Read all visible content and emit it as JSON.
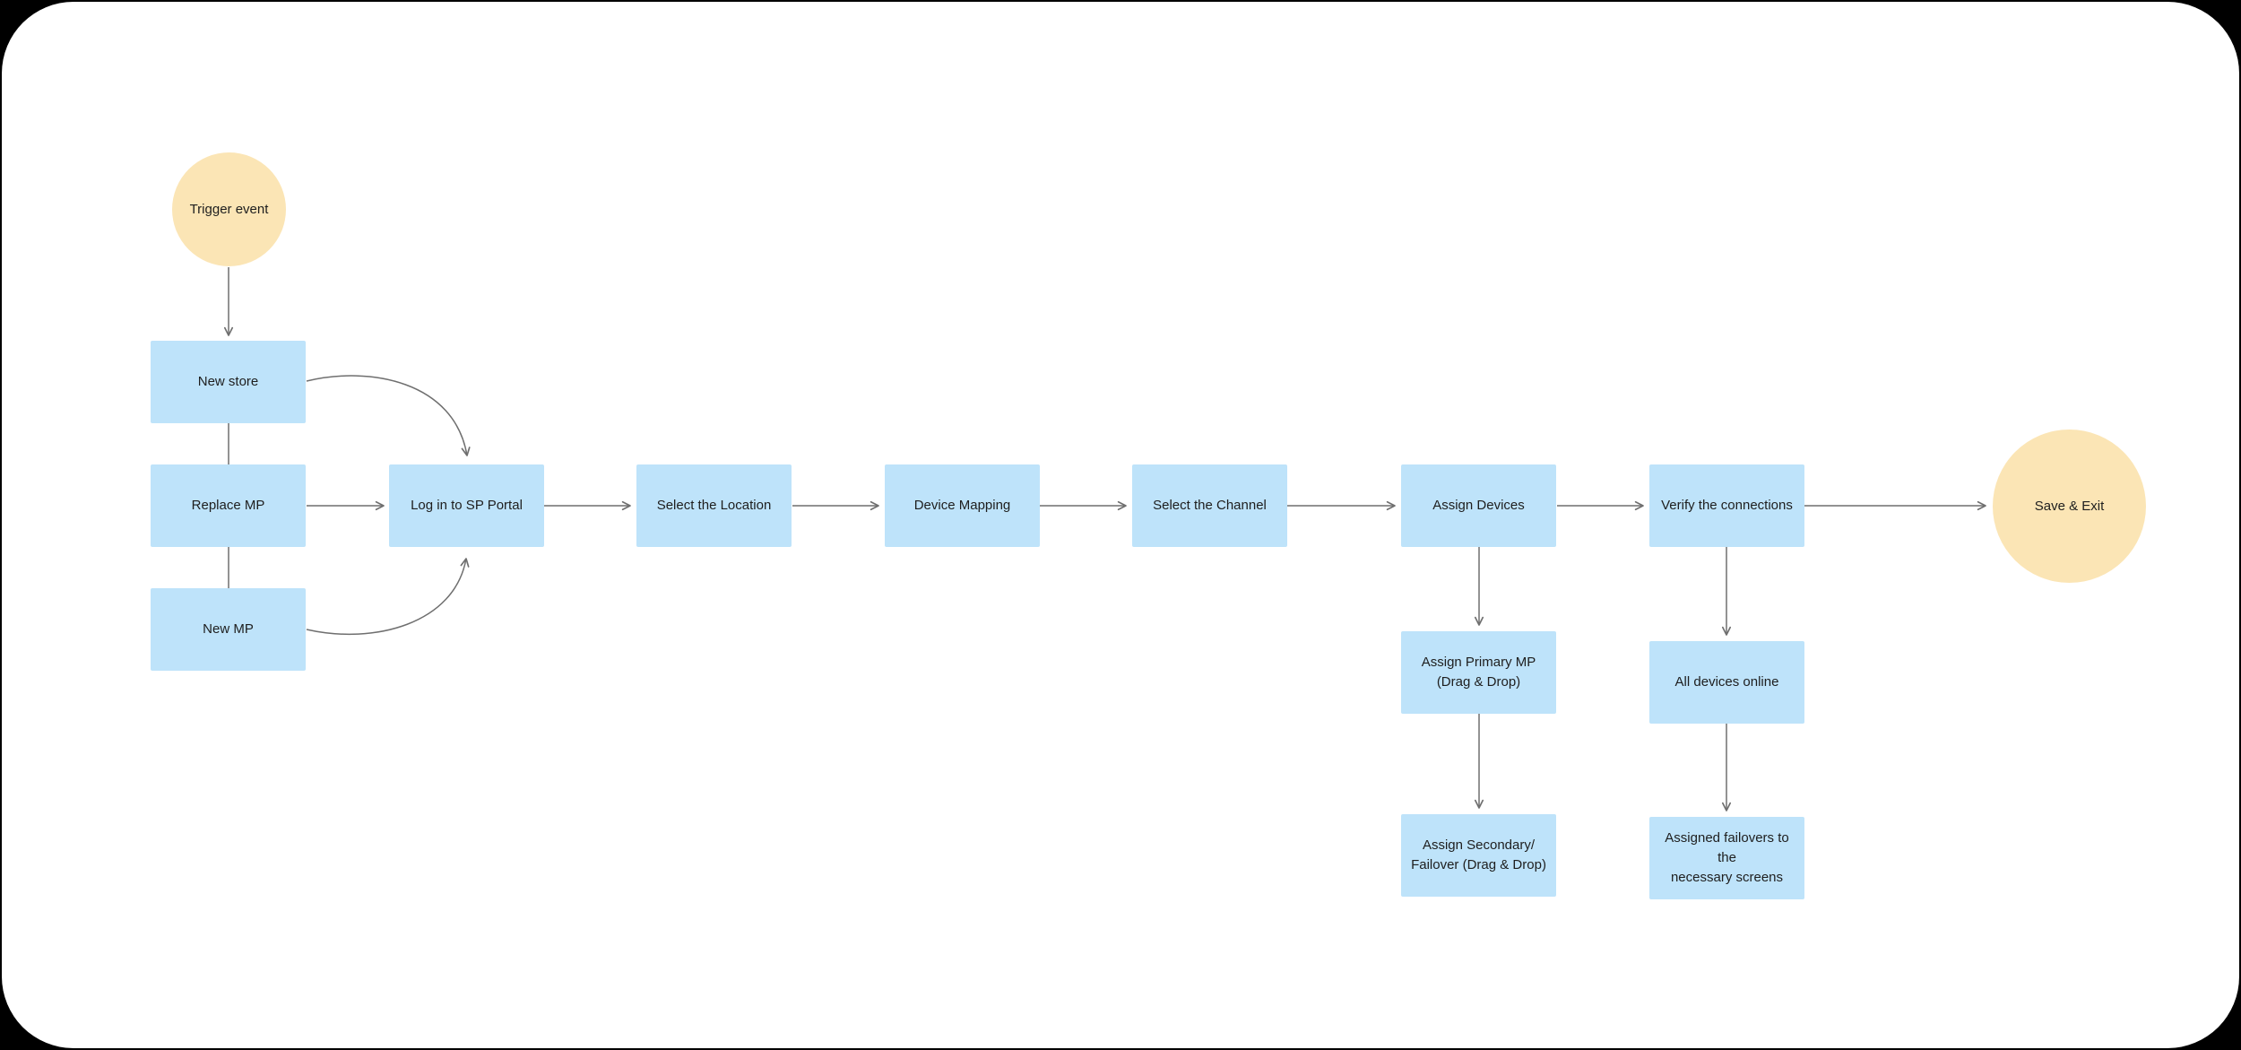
{
  "board": {
    "background": "#000000",
    "canvas_color": "#ffffff"
  },
  "palette": {
    "process_fill": "#bee3fa",
    "terminal_fill": "#fbe5b5",
    "connector_color": "#6f6f6f",
    "text_color": "#1e1e1e"
  },
  "diagram": {
    "type": "flowchart",
    "nodes": {
      "trigger": {
        "label": "Trigger event",
        "shape": "circle"
      },
      "new_store": {
        "label": "New store",
        "shape": "rect"
      },
      "replace_mp": {
        "label": "Replace MP",
        "shape": "rect"
      },
      "new_mp": {
        "label": "New MP",
        "shape": "rect"
      },
      "login": {
        "label": "Log in to SP Portal",
        "shape": "rect"
      },
      "select_location": {
        "label": "Select the Location",
        "shape": "rect"
      },
      "device_mapping": {
        "label": "Device Mapping",
        "shape": "rect"
      },
      "select_channel": {
        "label": "Select the Channel",
        "shape": "rect"
      },
      "assign_devices": {
        "label": "Assign Devices",
        "shape": "rect"
      },
      "verify_connections": {
        "label": "Verify the connections",
        "shape": "rect"
      },
      "save_exit": {
        "label": "Save & Exit",
        "shape": "circle"
      },
      "assign_primary": {
        "label": "Assign Primary MP\n(Drag & Drop)",
        "shape": "rect"
      },
      "assign_secondary": {
        "label": "Assign Secondary/\nFailover (Drag & Drop)",
        "shape": "rect"
      },
      "all_devices": {
        "label": "All devices online",
        "shape": "rect"
      },
      "assigned_failovers": {
        "label": "Assigned failovers to the\nnecessary screens",
        "shape": "rect"
      }
    },
    "edges": [
      {
        "from": "trigger",
        "to": "new_store",
        "style": "straight",
        "arrow": true
      },
      {
        "from": "new_store",
        "to": "replace_mp",
        "style": "straight",
        "arrow": false
      },
      {
        "from": "replace_mp",
        "to": "new_mp",
        "style": "straight",
        "arrow": false
      },
      {
        "from": "new_store",
        "to": "login",
        "style": "curved",
        "arrow": true
      },
      {
        "from": "new_mp",
        "to": "login",
        "style": "curved",
        "arrow": true
      },
      {
        "from": "replace_mp",
        "to": "login",
        "style": "straight",
        "arrow": true
      },
      {
        "from": "login",
        "to": "select_location",
        "style": "straight",
        "arrow": true
      },
      {
        "from": "select_location",
        "to": "device_mapping",
        "style": "straight",
        "arrow": true
      },
      {
        "from": "device_mapping",
        "to": "select_channel",
        "style": "straight",
        "arrow": true
      },
      {
        "from": "select_channel",
        "to": "assign_devices",
        "style": "straight",
        "arrow": true
      },
      {
        "from": "assign_devices",
        "to": "verify_connections",
        "style": "straight",
        "arrow": true
      },
      {
        "from": "verify_connections",
        "to": "save_exit",
        "style": "straight",
        "arrow": true
      },
      {
        "from": "assign_devices",
        "to": "assign_primary",
        "style": "straight",
        "arrow": true
      },
      {
        "from": "assign_primary",
        "to": "assign_secondary",
        "style": "straight",
        "arrow": true
      },
      {
        "from": "verify_connections",
        "to": "all_devices",
        "style": "straight",
        "arrow": true
      },
      {
        "from": "all_devices",
        "to": "assigned_failovers",
        "style": "straight",
        "arrow": true
      }
    ]
  }
}
